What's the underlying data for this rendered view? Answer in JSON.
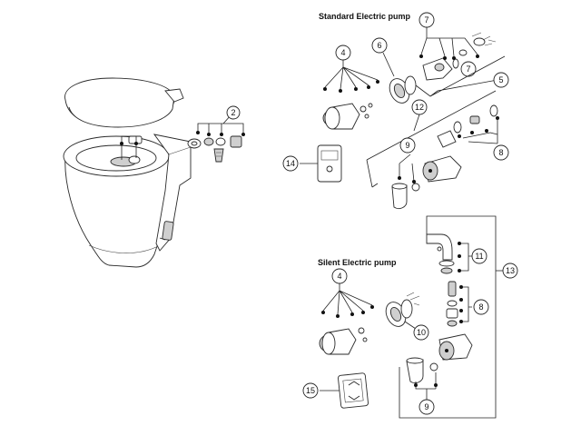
{
  "headings": {
    "standard": "Standard Electric pump",
    "silent": "Silent Electric pump"
  },
  "callouts": {
    "c2": "2",
    "c4_standard": "4",
    "c5": "5",
    "c6": "6",
    "c7_top": "7",
    "c7_inner": "7",
    "c8_standard": "8",
    "c9_standard": "9",
    "c12": "12",
    "c14": "14",
    "c4_silent": "4",
    "c10": "10",
    "c11": "11",
    "c8_silent": "8",
    "c13": "13",
    "c9_silent": "9",
    "c15": "15"
  }
}
